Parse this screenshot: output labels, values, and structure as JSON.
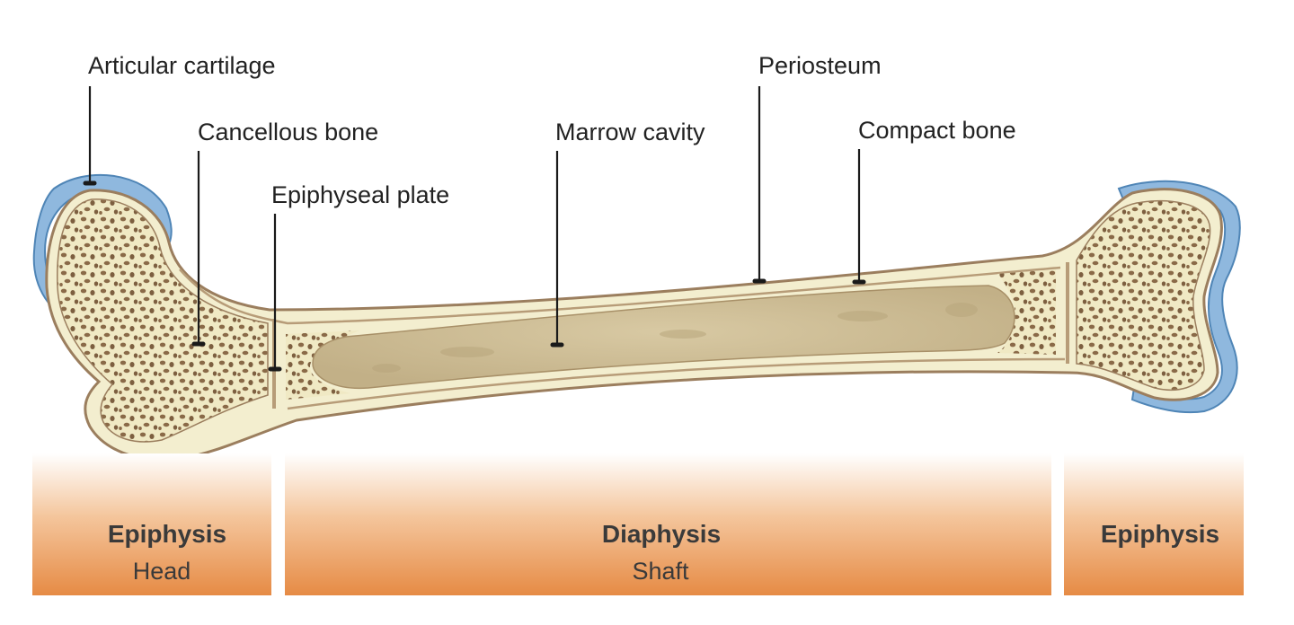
{
  "diagram": {
    "labels": {
      "articular_cartilage": "Articular cartilage",
      "cancellous_bone": "Cancellous bone",
      "epiphyseal_plate": "Epiphyseal plate",
      "marrow_cavity": "Marrow cavity",
      "periosteum": "Periosteum",
      "compact_bone": "Compact bone"
    },
    "regions": [
      {
        "name": "Epiphysis",
        "sub": "Head"
      },
      {
        "name": "Diaphysis",
        "sub": "Shaft"
      },
      {
        "name": "Epiphysis",
        "sub": ""
      }
    ]
  },
  "colors": {
    "cartilage": "#8fb8de",
    "bone_fill": "#f3eecf",
    "bone_outline": "#9b7e5e",
    "spongy_pores": "#8a6a48",
    "marrow": "#cfbf98",
    "band": "#e8944f"
  }
}
